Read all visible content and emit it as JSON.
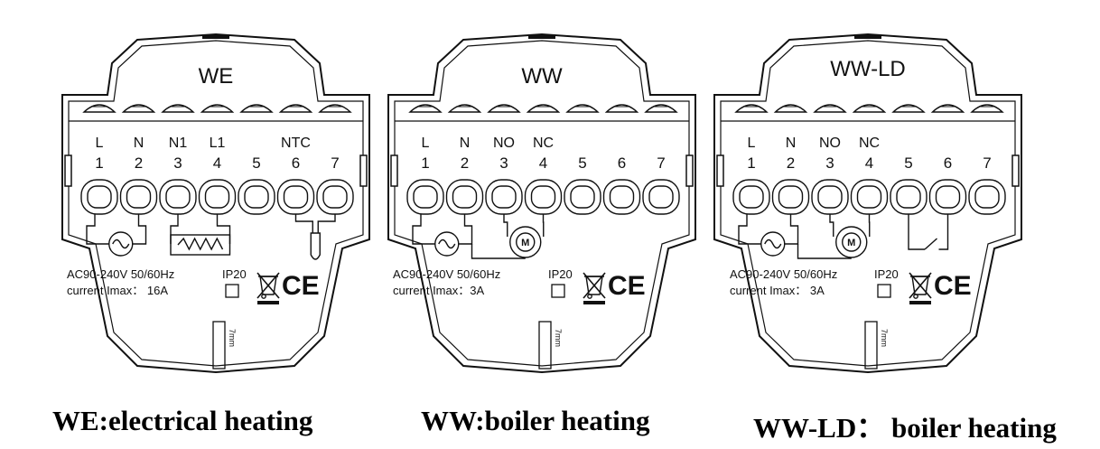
{
  "units": [
    {
      "id": "we",
      "model": "WE",
      "top_labels": [
        "L",
        "N",
        "N1",
        "L1",
        "",
        "NTC",
        ""
      ],
      "numbers": [
        "1",
        "2",
        "3",
        "4",
        "5",
        "6",
        "7"
      ],
      "rating": "AC90-240V 50/60Hz",
      "current": "current Imax： 16A",
      "ip": "IP20",
      "ce": "CE",
      "mm": "7mm",
      "load": "heater",
      "caption": "WE:electrical heating"
    },
    {
      "id": "ww",
      "model": "WW",
      "top_labels": [
        "L",
        "N",
        "NO",
        "NC",
        "",
        "",
        ""
      ],
      "numbers": [
        "1",
        "2",
        "3",
        "4",
        "5",
        "6",
        "7"
      ],
      "rating": "AC90-240V 50/60Hz",
      "current": "current Imax：3A",
      "ip": "IP20",
      "ce": "CE",
      "mm": "7mm",
      "load": "motor",
      "motor_letter": "M",
      "caption": "WW:boiler heating"
    },
    {
      "id": "wwld",
      "model": "WW-LD",
      "top_labels": [
        "L",
        "N",
        "NO",
        "NC",
        "",
        "",
        ""
      ],
      "numbers": [
        "1",
        "2",
        "3",
        "4",
        "5",
        "6",
        "7"
      ],
      "rating": "AC90-240V 50/60Hz",
      "current": "current Imax： 3A",
      "ip": "IP20",
      "ce": "CE",
      "mm": "7mm",
      "load": "motor-switch",
      "motor_letter": "M",
      "caption": "WW-LD： boiler heating"
    }
  ]
}
